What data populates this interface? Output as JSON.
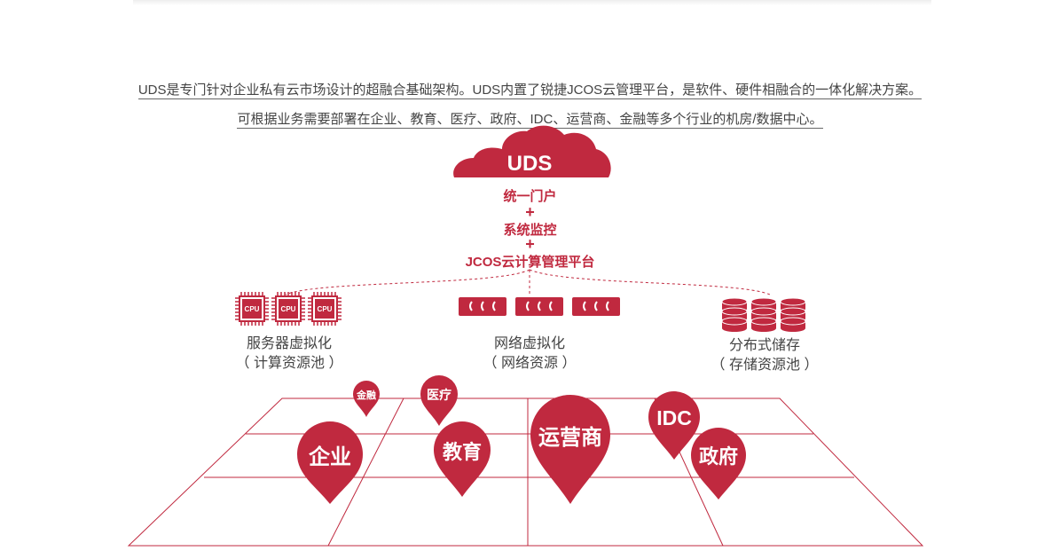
{
  "intro": {
    "line1": "UDS是专门针对企业私有云市场设计的超融合基础架构。UDS内置了锐捷JCOS云管理平台，是软件、硬件相融合的一体化解决方案。",
    "line2": "可根据业务需要部署在企业、教育、医疗、政府、IDC、运营商、金融等多个行业的机房/数据中心。"
  },
  "cloud": {
    "label": "UDS"
  },
  "stack": {
    "item1": "统一门户",
    "plus": "+",
    "item2": "系统监控",
    "item3": "JCOS云计算管理平台"
  },
  "resources": {
    "compute": {
      "name": "服务器虚拟化",
      "sub": "（ 计算资源池 ）",
      "chip_label": "CPU"
    },
    "network": {
      "name": "网络虚拟化",
      "sub": "（ 网络资源 ）"
    },
    "storage": {
      "name": "分布式储存",
      "sub": "（ 存储资源池 ）"
    }
  },
  "pins": {
    "finance": "金融",
    "medical": "医疗",
    "enterprise": "企业",
    "education": "教育",
    "operator": "运营商",
    "idc": "IDC",
    "government": "政府"
  },
  "colors": {
    "accent": "#c0293f",
    "grid": "#c0293f",
    "text": "#444444"
  }
}
